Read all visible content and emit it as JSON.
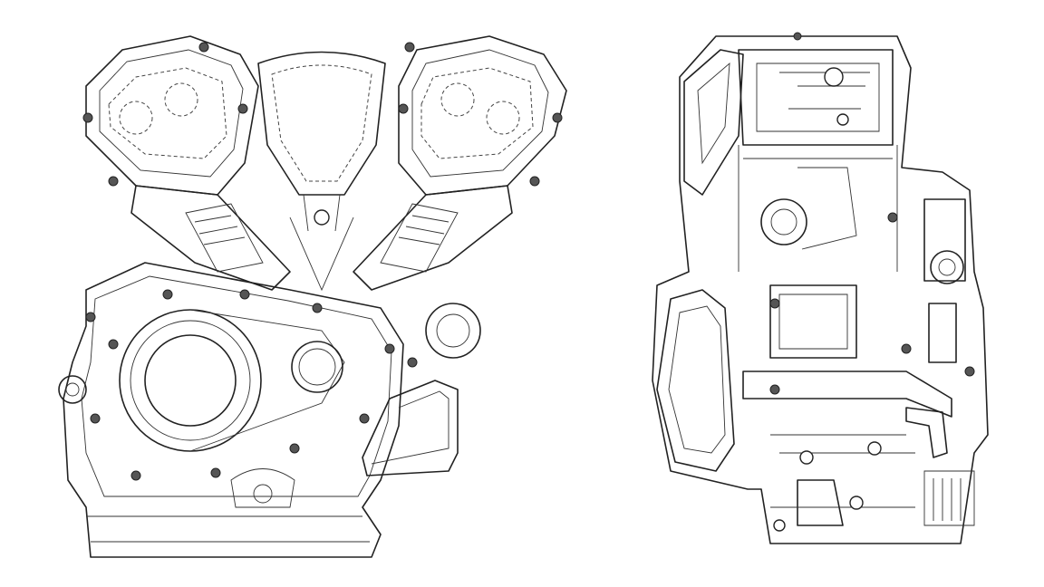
{
  "figure": {
    "views": [
      "front-view",
      "side-view"
    ],
    "style": "line-drawing",
    "colors": {
      "line": "#222222",
      "background": "#ffffff"
    }
  }
}
